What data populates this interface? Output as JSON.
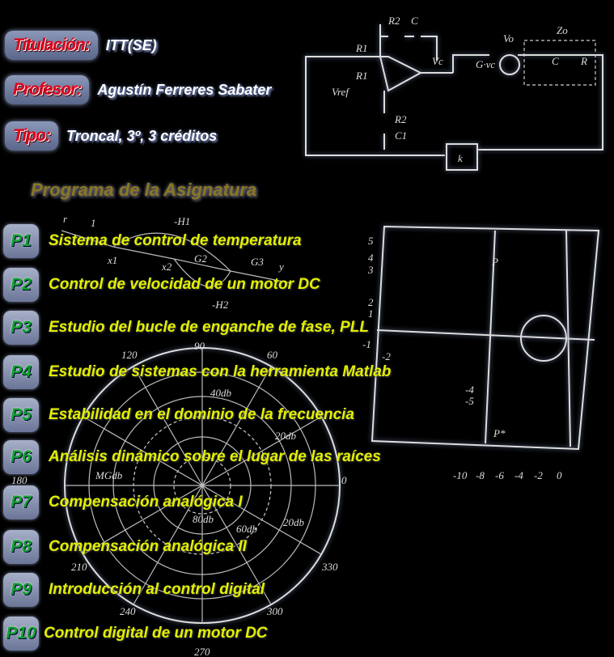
{
  "header": {
    "titulacion_label": "Titulación:",
    "titulacion_value": "ITT(SE)",
    "profesor_label": "Profesor:",
    "profesor_value": "Agustín Ferreres Sabater",
    "tipo_label": "Tipo:",
    "tipo_value": "Troncal, 3º, 3 créditos"
  },
  "program_title": "Programa de la Asignatura",
  "items": [
    {
      "badge": "P1",
      "label": "Sistema de control de temperatura"
    },
    {
      "badge": "P2",
      "label": "Control de velocidad de un motor DC"
    },
    {
      "badge": "P3",
      "label": "Estudio del bucle de enganche de fase, PLL"
    },
    {
      "badge": "P4",
      "label": "Estudio de sistemas con la herramienta Matlab"
    },
    {
      "badge": "P5",
      "label": "Estabilidad en el dominio de la frecuencia"
    },
    {
      "badge": "P6",
      "label": "Análisis dinámico sobre el lugar de las raíces"
    },
    {
      "badge": "P7",
      "label": "Compensación analógica I"
    },
    {
      "badge": "P8",
      "label": "Compensación analógica II"
    },
    {
      "badge": "P9",
      "label": "Introducción al control digital"
    },
    {
      "badge": "P10",
      "label": "Control digital de un motor DC"
    }
  ],
  "diagrams": {
    "circuit": {
      "r2": "R2",
      "c": "C",
      "r1a": "R1",
      "r1b": "R1",
      "vref": "Vref",
      "vc": "Vc",
      "r2b": "R2",
      "c1": "C1",
      "vo": "Vo",
      "zo": "Zo",
      "gvc": "G·vc",
      "cap": "C",
      "r": "R",
      "k": "k"
    },
    "flow": {
      "r": "r",
      "one": "1",
      "h1": "-H1",
      "x1": "x1",
      "x2": "x2",
      "g2": "G2",
      "g3": "G3",
      "y": "y",
      "h2": "-H2"
    },
    "polar": {
      "a90": "90",
      "a120": "120",
      "a60": "60",
      "a180": "180",
      "a0": "0",
      "a210": "210",
      "a330": "330",
      "a240": "240",
      "a300": "300",
      "a270": "270",
      "db40": "40db",
      "db20": "20db",
      "db20b": "20db",
      "db60": "60db",
      "db80": "80db",
      "mg": "MGdb"
    },
    "locus": {
      "y5": "5",
      "y4": "4",
      "y3": "3",
      "y2": "2",
      "y1": "1",
      "ym1": "-1",
      "ym2": "-2",
      "ym4": "-4",
      "ym5": "-5",
      "xm10": "-10",
      "xm8": "-8",
      "xm6": "-6",
      "xm4": "-4",
      "xm2": "-2",
      "x0": "0",
      "p": "P",
      "pstar": "P*"
    }
  }
}
